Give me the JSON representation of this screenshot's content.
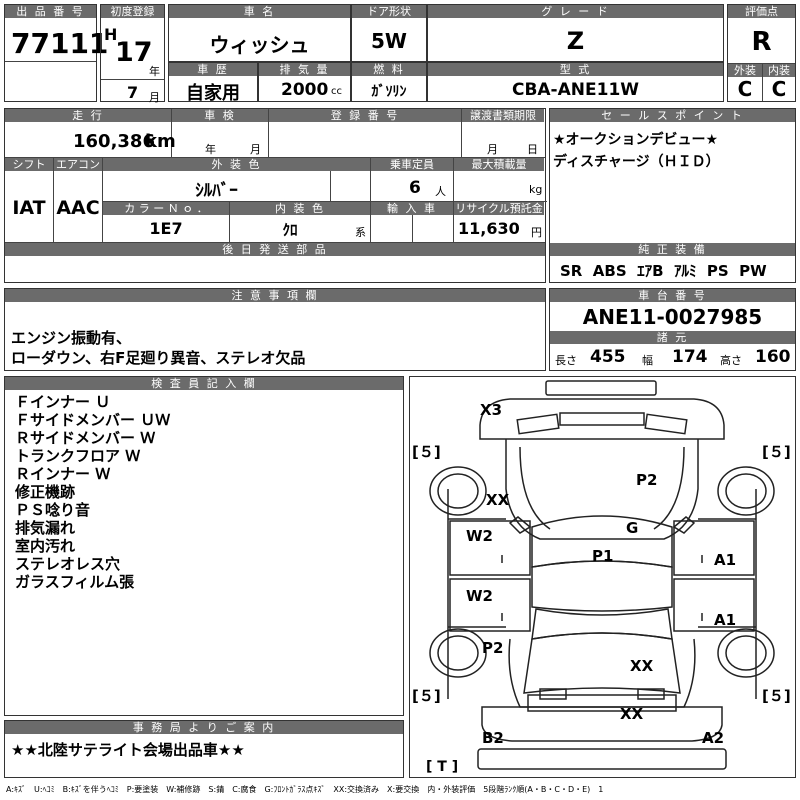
{
  "header": {
    "lot_label": "出 品 番 号",
    "lot_number": "77111",
    "reg_label": "初度登録",
    "era": "H",
    "year": "17",
    "year_unit": "年",
    "month": "7",
    "month_unit": "月",
    "name_label": "車 名",
    "car_name": "ウィッシュ",
    "door_label": "ドア形状",
    "door": "5W",
    "grade_label": "グ レ ー ド",
    "grade": "Z",
    "score_label": "評価点",
    "score": "R",
    "history_label": "車 歴",
    "history": "自家用",
    "disp_label": "排 気 量",
    "displacement": "2000",
    "disp_unit": "cc",
    "fuel_label": "燃 料",
    "fuel": "ｶﾞｿﾘﾝ",
    "model_label": "型 式",
    "model": "CBA-ANE11W",
    "ext_label": "外装",
    "ext_grade": "C",
    "int_label": "内装",
    "int_grade": "C"
  },
  "specs": {
    "mileage_label": "走 行",
    "mileage": "160,386",
    "mileage_unit": "km",
    "inspect_label": "車 検",
    "inspect_year_unit": "年",
    "inspect_month_unit": "月",
    "regno_label": "登 録 番 号",
    "transfer_label": "譲渡書類期限",
    "transfer_month_unit": "月",
    "transfer_day_unit": "日",
    "shift_label": "シフト",
    "shift": "IAT",
    "ac_label": "エアコン",
    "ac": "AAC",
    "color_label": "外 装 色",
    "color": "ｼﾙﾊﾞｰ",
    "capacity_label": "乗車定員",
    "capacity": "6",
    "capacity_unit": "人",
    "load_label": "最大積載量",
    "load_unit": "kg",
    "colorno_label": "カ ラ ー Ｎ ｏ ．",
    "color_no": "1E7",
    "interior_label": "内 装 色",
    "interior": "ｸﾛ",
    "interior_unit": "系",
    "import_label": "輸 入 車",
    "recycle_label": "リサイクル預託金",
    "recycle": "11,630",
    "recycle_unit": "円",
    "later_label": "後 日 発 送 部 品"
  },
  "sales_points": {
    "label": "セ ー ル ス ポ イ ン ト",
    "lines": [
      "★オークションデビュー★",
      "ディスチャージ（ＨＩＤ）"
    ]
  },
  "equipment": {
    "label": "純 正 装 備",
    "items": "SR  ABS  ｴｱB  ｱﾙﾐ  PS  PW"
  },
  "notes": {
    "label": "注 意 事 項 欄",
    "lines": [
      "エンジン振動有、",
      "ローダウン、右F足廻り異音、ステレオ欠品"
    ]
  },
  "chassis": {
    "label": "車 台 番 号",
    "number": "ANE11-0027985",
    "dims_label": "諸 元",
    "length_label": "長さ",
    "length": "455",
    "width_label": "幅",
    "width": "174",
    "height_label": "高さ",
    "height": "160"
  },
  "inspector": {
    "label": "検 査 員 記 入 欄",
    "lines": [
      "Ｆインナー Ｕ",
      "Ｆサイドメンバー ＵＷ",
      "Ｒサイドメンバー Ｗ",
      "トランクフロア Ｗ",
      "Ｒインナー Ｗ",
      "修正機跡",
      "ＰＳ唸り音",
      "排気漏れ",
      "室内汚れ",
      "ステレオレス穴",
      "ガラスフィルム張"
    ]
  },
  "office": {
    "label": "事 務 局 よ り ご 案 内",
    "message": "★★北陸サテライト会場出品車★★"
  },
  "diagram": {
    "tire_tl": "５",
    "tire_tr": "５",
    "tire_bl": "５",
    "tire_br": "５",
    "spare": "T",
    "marks": {
      "x3": "X3",
      "xx_hood": "XX",
      "p2_top": "P2",
      "g": "G",
      "w2_a": "W2",
      "w2_b": "W2",
      "p1": "P1",
      "a1_a": "A1",
      "a1_b": "A1",
      "p2_bottom": "P2",
      "xx_rear": "XX",
      "xx_bumper": "XX",
      "b2": "B2",
      "a2": "A2"
    }
  },
  "legend": "A:ｷｽﾞ　U:ﾍｺﾐ　B:ｷｽﾞを伴うﾍｺﾐ　P:要塗装　W:補修跡　S:錆　C:腐食　G:ﾌﾛﾝﾄｶﾞﾗｽ点ｷｽﾞ　XX:交換済み　X:要交換　内・外装評価　5段階ﾗﾝｸ順(A・B・C・D・E)　1"
}
